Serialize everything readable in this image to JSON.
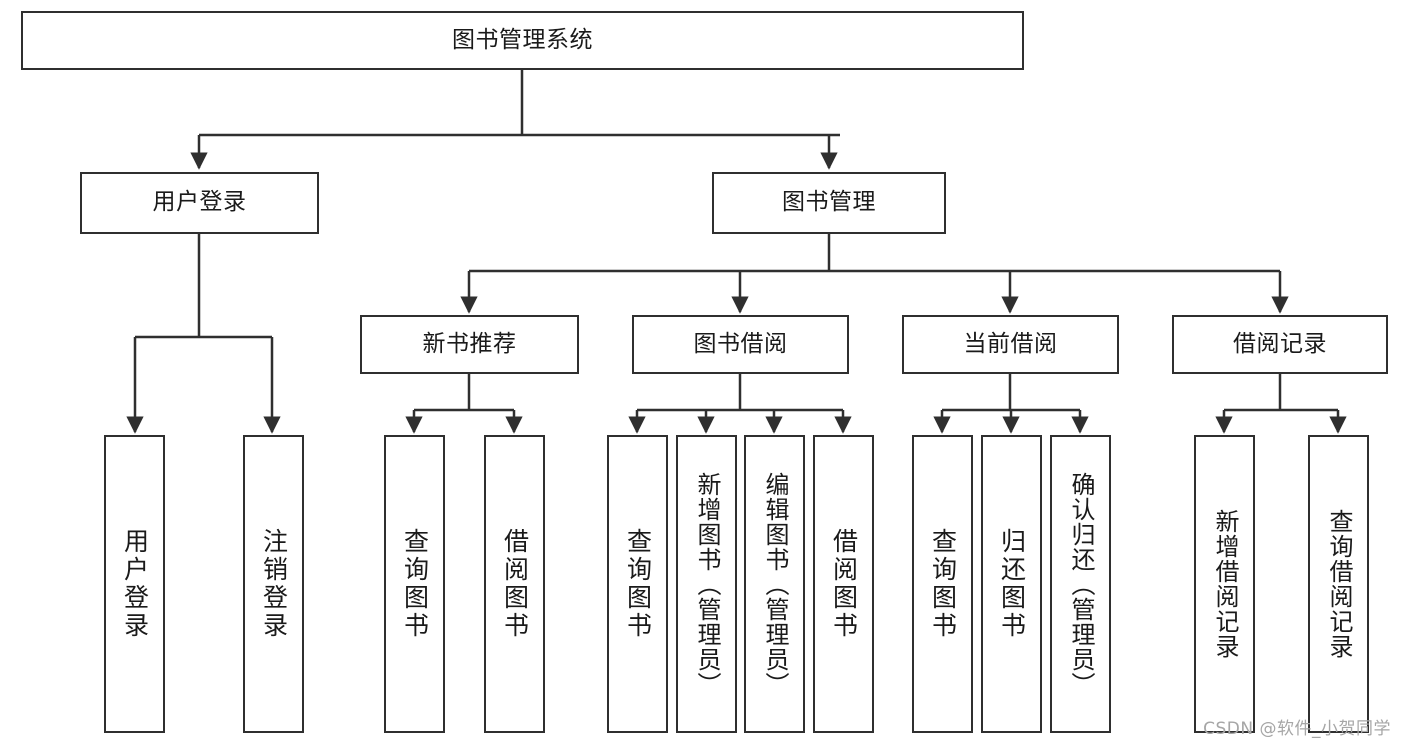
{
  "diagram": {
    "title": "图书管理系统",
    "type": "tree-hierarchy",
    "watermark": "CSDN @软件_小贺同学",
    "accent_color": "#2f2f2f",
    "background_color": "#ffffff"
  },
  "nodes": {
    "root": {
      "label": "图书管理系统"
    },
    "level2": [
      {
        "id": "user-login",
        "label": "用户登录"
      },
      {
        "id": "book-manage",
        "label": "图书管理"
      }
    ],
    "level3": [
      {
        "id": "new-book-recommend",
        "label": "新书推荐"
      },
      {
        "id": "book-borrow",
        "label": "图书借阅"
      },
      {
        "id": "current-borrow",
        "label": "当前借阅"
      },
      {
        "id": "borrow-record",
        "label": "借阅记录"
      }
    ],
    "leaves": {
      "user_login": [
        {
          "id": "leaf-user-login",
          "label": "用户登录"
        },
        {
          "id": "leaf-logout-login",
          "label": "注销登录"
        }
      ],
      "new_book_recommend": [
        {
          "id": "leaf-query-book-1",
          "label": "查询图书"
        },
        {
          "id": "leaf-borrow-book-1",
          "label": "借阅图书"
        }
      ],
      "book_borrow": [
        {
          "id": "leaf-query-book-2",
          "label": "查询图书"
        },
        {
          "id": "leaf-add-book-admin",
          "label": "新增图书（管理员）"
        },
        {
          "id": "leaf-edit-book-admin",
          "label": "编辑图书（管理员）"
        },
        {
          "id": "leaf-borrow-book-2",
          "label": "借阅图书"
        }
      ],
      "current_borrow": [
        {
          "id": "leaf-query-book-3",
          "label": "查询图书"
        },
        {
          "id": "leaf-return-book",
          "label": "归还图书"
        },
        {
          "id": "leaf-confirm-return-admin",
          "label": "确认归还（管理员）"
        }
      ],
      "borrow_record": [
        {
          "id": "leaf-add-borrow-record",
          "label": "新增借阅记录"
        },
        {
          "id": "leaf-query-borrow-record",
          "label": "查询借阅记录"
        }
      ]
    }
  }
}
